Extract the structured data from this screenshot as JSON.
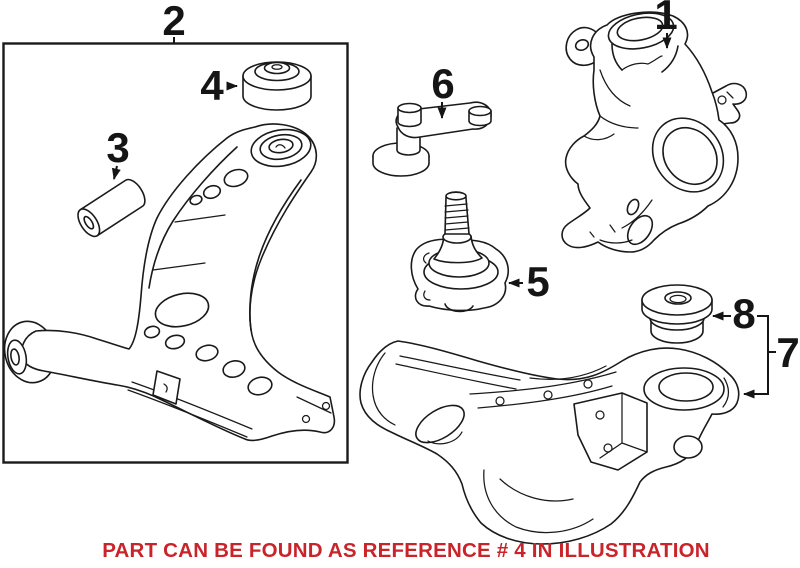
{
  "figure": {
    "callouts": [
      {
        "label": "1"
      },
      {
        "label": "2"
      },
      {
        "label": "3"
      },
      {
        "label": "4"
      },
      {
        "label": "5"
      },
      {
        "label": "6"
      },
      {
        "label": "7"
      },
      {
        "label": "8"
      }
    ]
  },
  "note": {
    "text": "PART CAN BE FOUND AS REFERENCE # 4 IN ILLUSTRATION"
  },
  "colors": {
    "background": "#ffffff",
    "line_art": "#1a1a1a",
    "note_text": "#c8242a"
  }
}
